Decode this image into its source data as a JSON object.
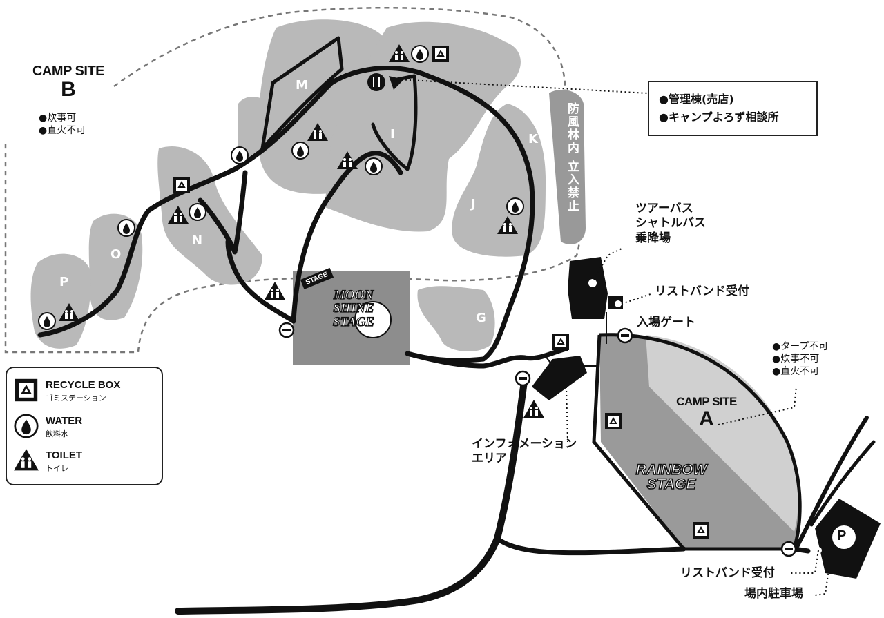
{
  "camp_site_b": {
    "title": "CAMP SITE",
    "letter": "B",
    "rules": [
      "●炊事可",
      "●直火不可"
    ]
  },
  "camp_site_a": {
    "title": "CAMP SITE",
    "letter": "A",
    "rules": [
      "●タープ不可",
      "●炊事不可",
      "●直火不可"
    ]
  },
  "zones": {
    "M": "M",
    "I": "I",
    "K": "K",
    "J": "J",
    "N": "N",
    "O": "O",
    "P": "P",
    "G": "G"
  },
  "windbreak_label": "防風林内 立入禁止",
  "management": {
    "line1": "●管理棟(売店)",
    "line2": "●キャンプよろず相談所"
  },
  "bus": {
    "line1": "ツアーバス",
    "line2": "シャトルバス",
    "line3": "乗降場"
  },
  "wristband_top": "リストバンド受付",
  "entrance_gate": "入場ゲート",
  "info_area": {
    "line1": "インフォメーション",
    "line2": "エリア"
  },
  "wristband_bottom": "リストバンド受付",
  "parking_label": "場内駐車場",
  "parking_icon": "P",
  "moon_stage": {
    "tag": "STAGE",
    "line1": "MOON",
    "line2": "SHINE",
    "line3": "STAGE"
  },
  "rainbow_stage": {
    "line1": "RAINBOW",
    "line2": "STAGE"
  },
  "legend": [
    {
      "icon": "recycle-icon",
      "title": "RECYCLE BOX",
      "sub": "ゴミステーション"
    },
    {
      "icon": "water-icon",
      "title": "WATER",
      "sub": "飲料水"
    },
    {
      "icon": "toilet-icon",
      "title": "TOILET",
      "sub": "トイレ"
    }
  ],
  "colors": {
    "road": "#111111",
    "forest": "#b9b9b9",
    "camp_a_dark": "#9a9a9a",
    "camp_a_light": "#cfcfcf",
    "stage_box": "#8d8d8d"
  }
}
